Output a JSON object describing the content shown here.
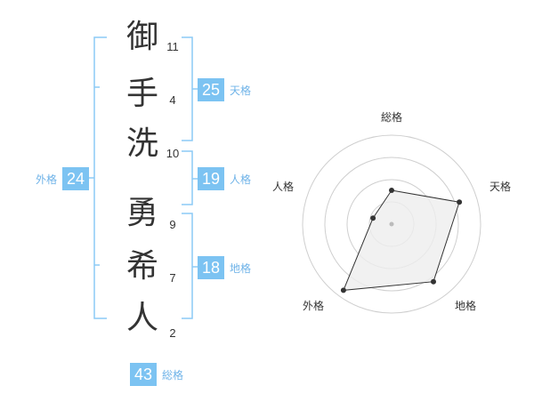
{
  "name": {
    "kanji": [
      "御",
      "手",
      "洗",
      "勇",
      "希",
      "人"
    ],
    "strokes": [
      "11",
      "4",
      "10",
      "9",
      "7",
      "2"
    ]
  },
  "scores": {
    "tenkaku": {
      "value": "25",
      "label": "天格"
    },
    "jinkaku": {
      "value": "19",
      "label": "人格"
    },
    "chikaku": {
      "value": "18",
      "label": "地格"
    },
    "gaikaku": {
      "value": "24",
      "label": "外格"
    },
    "soukaku": {
      "value": "43",
      "label": "総格"
    }
  },
  "radar": {
    "labels": {
      "soukaku": "総格",
      "tenkaku": "天格",
      "chikaku": "地格",
      "gaikaku": "外格",
      "jinkaku": "人格"
    },
    "levels": {
      "soukaku": 0.38,
      "tenkaku": 0.8,
      "chikaku": 0.8,
      "gaikaku": 0.92,
      "jinkaku": 0.22
    },
    "rings": 4,
    "colors": {
      "ring": "#cfcfcf",
      "fill": "#eeeeee",
      "stroke": "#333333",
      "point": "#333333",
      "center": "#bbbbbb"
    }
  },
  "colors": {
    "accent": "#7cc3f2",
    "bracket": "#8ccaf5"
  }
}
